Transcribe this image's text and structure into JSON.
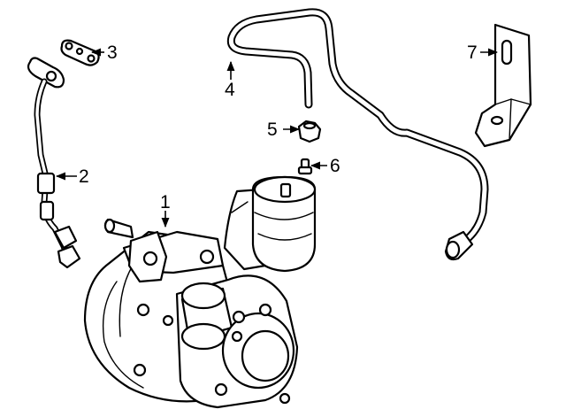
{
  "callouts": [
    {
      "id": "1",
      "label": "1"
    },
    {
      "id": "2",
      "label": "2"
    },
    {
      "id": "3",
      "label": "3"
    },
    {
      "id": "4",
      "label": "4"
    },
    {
      "id": "5",
      "label": "5"
    },
    {
      "id": "6",
      "label": "6"
    },
    {
      "id": "7",
      "label": "7"
    }
  ],
  "colors": {
    "line": "#000000",
    "background": "#ffffff"
  }
}
